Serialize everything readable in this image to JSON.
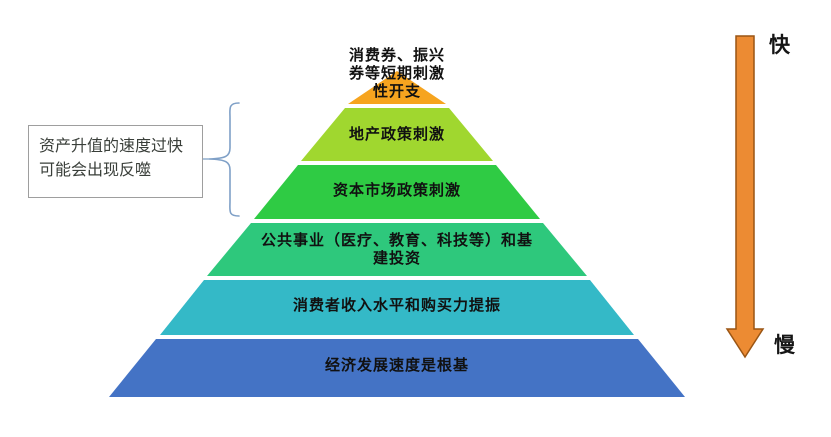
{
  "pyramid": {
    "layers": [
      {
        "id": "short-term-stimulus",
        "color": "#F6A41F",
        "label_lines": [
          "消费券、振兴",
          "券等短期刺激",
          "性开支"
        ]
      },
      {
        "id": "property-policy",
        "color": "#A0D72F",
        "label_lines": [
          "地产政策刺激"
        ]
      },
      {
        "id": "capital-market-policy",
        "color": "#2FCB44",
        "label_lines": [
          "资本市场政策刺激"
        ]
      },
      {
        "id": "public-utilities-infrastructure",
        "color": "#2EC87C",
        "label_lines": [
          "公共事业（医疗、教育、科技等）和基",
          "建投资"
        ]
      },
      {
        "id": "consumer-income",
        "color": "#34B9C7",
        "label_lines": [
          "消费者收入水平和购买力提振"
        ]
      },
      {
        "id": "economic-growth-base",
        "color": "#4473C5",
        "label_lines": [
          "经济发展速度是根基"
        ]
      }
    ]
  },
  "annotation": {
    "lines": [
      "资产升值的速度过快",
      "可能会出现反噬"
    ],
    "brace_color": "#7FA0C7"
  },
  "speed_axis": {
    "fast_label": "快",
    "slow_label": "慢",
    "arrow_fill": "#EC8B33",
    "arrow_border": "#9A5514"
  }
}
